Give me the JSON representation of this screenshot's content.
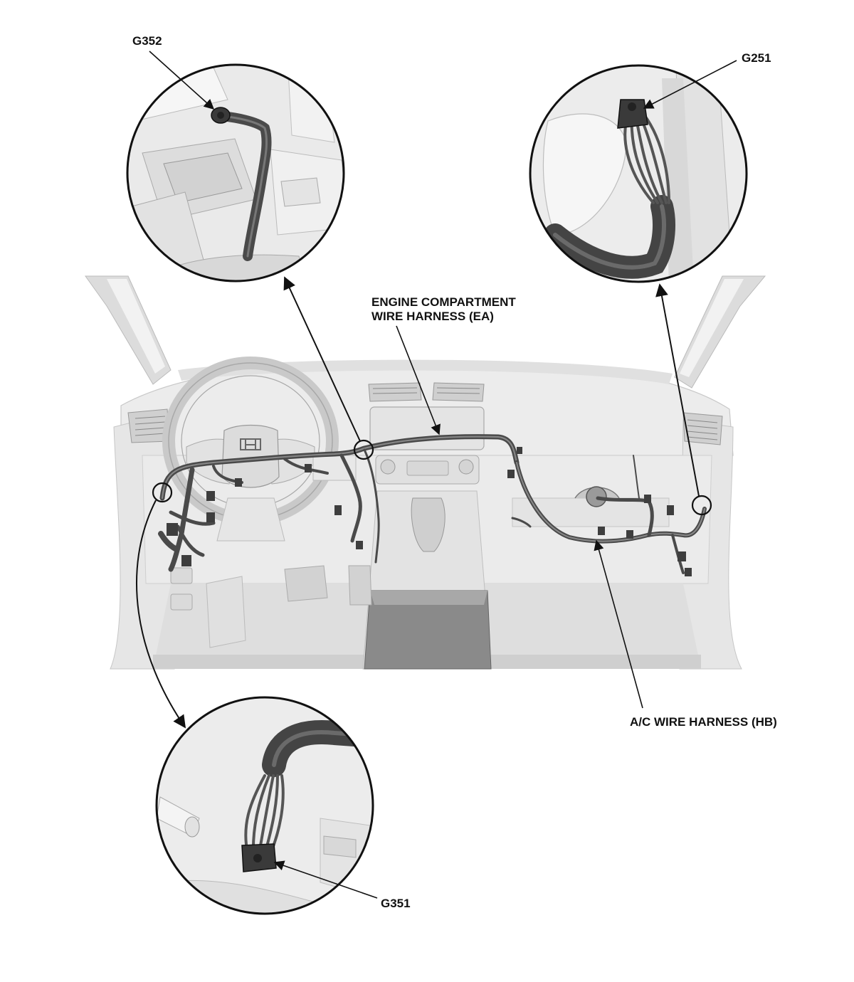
{
  "labels": {
    "g352": "G352",
    "g251": "G251",
    "g351": "G351",
    "ea_line1": "ENGINE COMPARTMENT",
    "ea_line2": "WIRE HARNESS (EA)",
    "hb": "A/C WIRE HARNESS (HB)"
  },
  "colors": {
    "line": "#111111",
    "harness": "#555555",
    "body_light": "#eeeeee",
    "body_mid": "#d6d6d6",
    "body_dark": "#9a9a9a"
  }
}
